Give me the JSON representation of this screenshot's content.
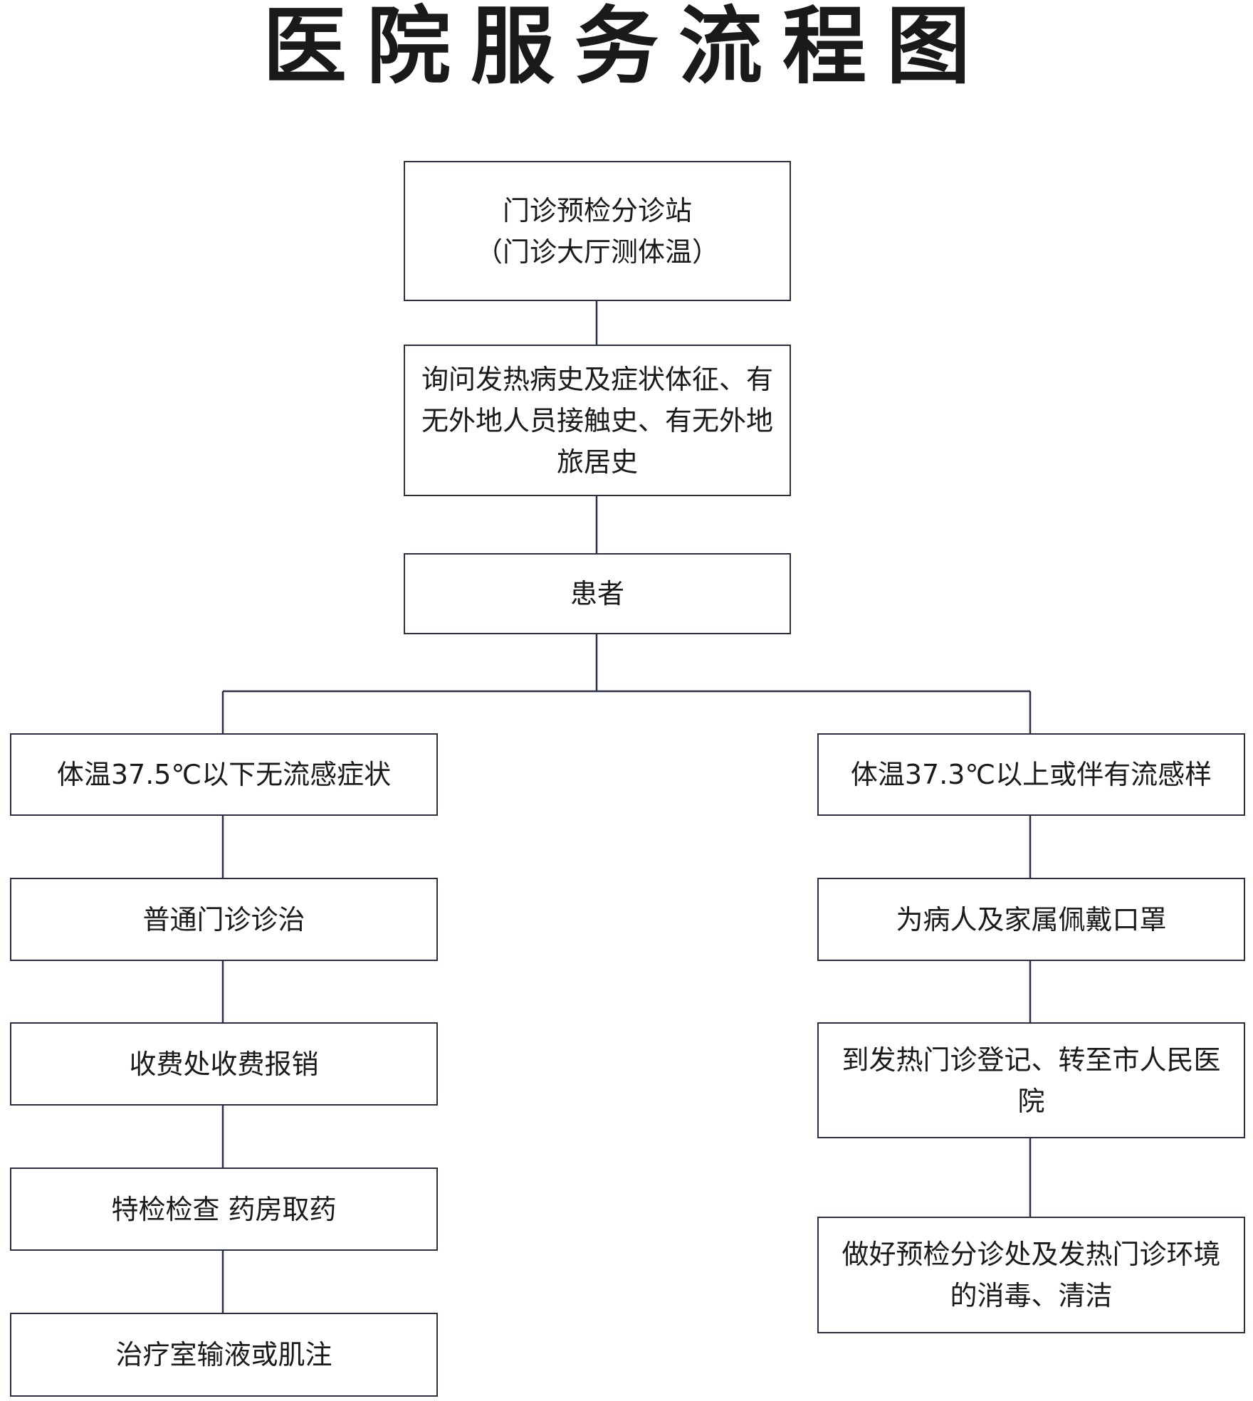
{
  "title": "医院服务流程图",
  "nodes": {
    "triage": "门诊预检分诊站\n（门诊大厅测体温）",
    "inquiry": "询问发热病史及症状体征、有\n无外地人员接触史、有无外地\n旅居史",
    "patient": "患者",
    "left_condition": "体温37.5℃以下无流感症状",
    "left_step1": "普通门诊诊治",
    "left_step2": "收费处收费报销",
    "left_step3": "特检检查  药房取药",
    "left_step4": "治疗室输液或肌注",
    "right_condition": "体温37.3℃以上或伴有流感样",
    "right_step1": "为病人及家属佩戴口罩",
    "right_step2": "到发热门诊登记、转至市人民医\n院",
    "right_step3": "做好预检分诊处及发热门诊环境\n的消毒、清洁"
  },
  "colors": {
    "line": "#2a2f45",
    "text": "#1a1a1a"
  }
}
